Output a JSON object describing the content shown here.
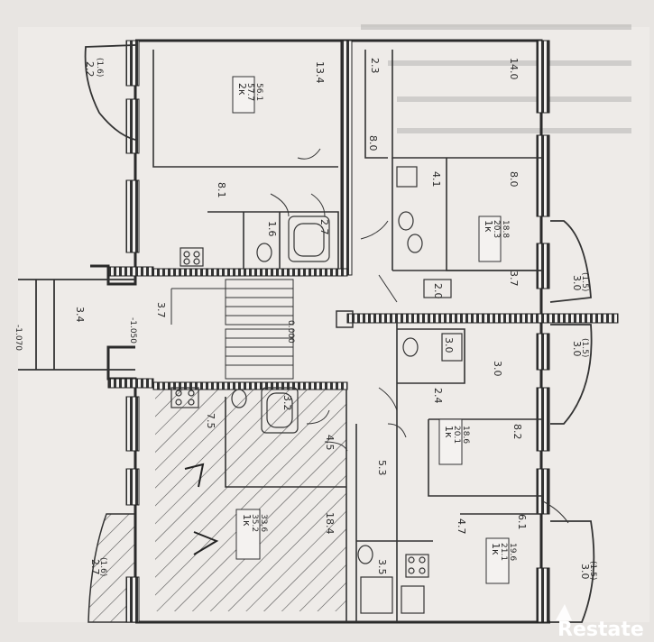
{
  "watermark": "Restate",
  "labels": {
    "ext_top_left": "2.2",
    "ext_top_left_b": "(1.6)",
    "room1_h": "13.4",
    "room1_k": "2к",
    "room1_a": "57.7",
    "room1_b": "56.1",
    "hall1": "8.1",
    "bath1": "1.6",
    "bath1b": "2.7",
    "top_mid_a": "2.3",
    "top_mid_b": "8.0",
    "top_right_h": "14.0",
    "kitchen_r1": "4.1",
    "room_r1_h": "8.0",
    "r1_k": "1к",
    "r1_a": "20.3",
    "r1_b": "18.8",
    "corr_r": "2.0",
    "corr_r2": "3.7",
    "balc_r1": "3.0",
    "balc_r1b": "(1.5)",
    "stair_left": "3.4",
    "level_left": "-1.070",
    "level_stair": "-1.050",
    "stair_a": "3.7",
    "level_zero": "0.000",
    "balc_r2": "3.0",
    "balc_r2b": "(1.5)",
    "bath_r2": "3.0",
    "hall_r2": "3.0",
    "corr_r3": "2.4",
    "room_r2_h": "8.2",
    "r2_k": "1к",
    "r2_a": "20.1",
    "r2_b": "18.6",
    "hall_bl": "7.5",
    "bath_bl": "3.2",
    "corr_bl": "4.5",
    "hall_bm": "5.3",
    "room_bl_h": "18.4",
    "bl_k": "1к",
    "bl_a": "35.2",
    "bl_b": "33.6",
    "ext_bl": "2.7",
    "ext_bl_b": "(1.6)",
    "hall_br": "4.7",
    "bath_br": "3.5",
    "room_br_h": "6.1",
    "br_k": "1к",
    "br_a": "21.1",
    "br_b": "19.6",
    "balc_br": "3.0",
    "balc_br_b": "(1.5)"
  }
}
